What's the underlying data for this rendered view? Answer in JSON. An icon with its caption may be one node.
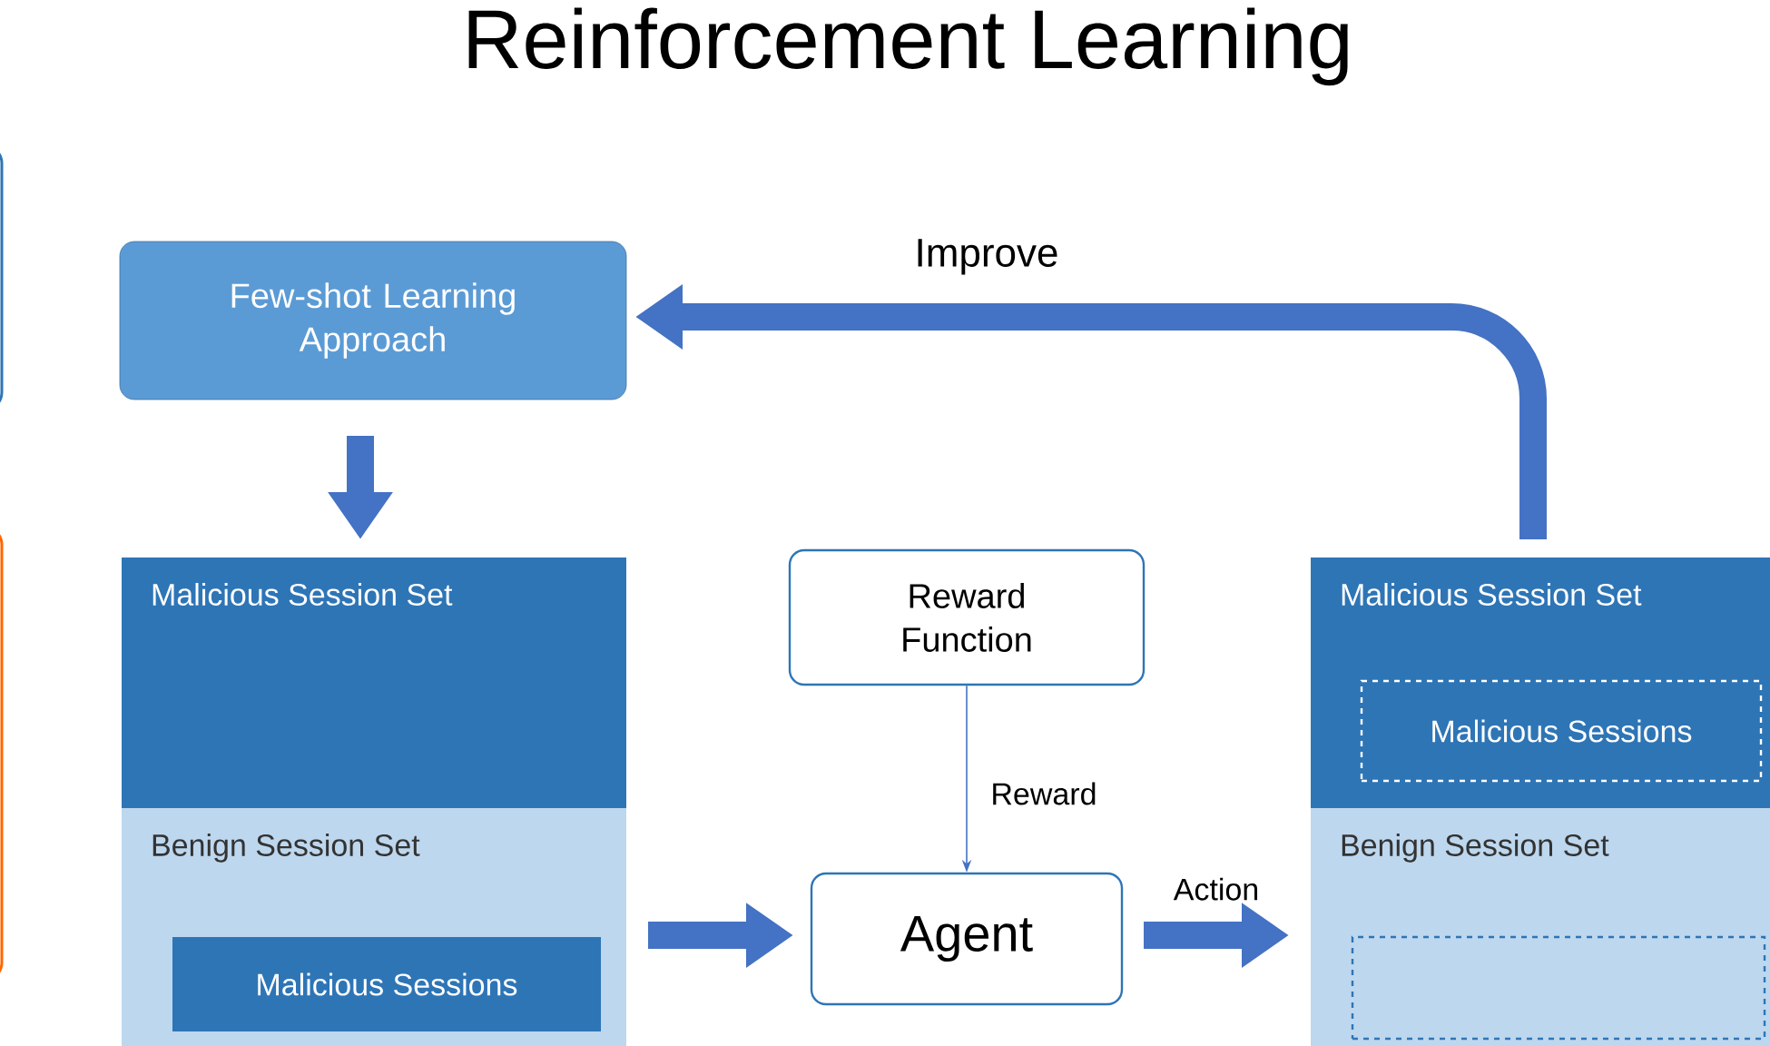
{
  "diagram": {
    "title": "Reinforcement Learning",
    "nodes": [
      {
        "text": [
          "Few-shot Learning Approach"
        ]
      },
      {
        "text": [
          "Malicious Session Set"
        ]
      },
      {
        "text": [
          "Benign Session Set"
        ]
      },
      {
        "text": [
          "Malicious Sessions"
        ],
        "in": 2
      },
      {
        "text": [
          "Reward Function"
        ]
      },
      {
        "text": [
          "Agent"
        ]
      },
      {
        "text": [
          "Malicious Session Set"
        ]
      },
      {
        "text": [
          "Malicious Sessions"
        ],
        "in": 6
      },
      {
        "text": [
          "Benign Session Set"
        ]
      },
      {
        "text": [],
        "shape": "box",
        "in": 8
      }
    ],
    "edges": [
      {
        "from": 0,
        "to": 1,
        "arrow": "to"
      },
      {
        "from": 2,
        "to": 5,
        "arrow": "to"
      },
      {
        "from": 4,
        "to": 5,
        "arrow": "to",
        "label": "Reward"
      },
      {
        "from": 5,
        "to": 8,
        "arrow": "to",
        "label": "Action"
      },
      {
        "from": 6,
        "to": 0,
        "arrow": "to",
        "label": "Improve"
      }
    ]
  }
}
